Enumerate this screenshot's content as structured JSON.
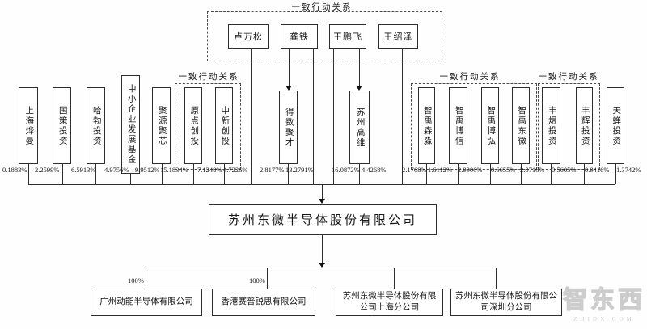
{
  "diagram": {
    "top_group": {
      "label": "一致行动关系",
      "persons": [
        {
          "name": "卢万松",
          "percent": "4.7226%"
        },
        {
          "name": "龚铁",
          "percent": "13.2791%"
        },
        {
          "name": "王鹏飞",
          "percent": "16.0872%"
        },
        {
          "name": "王绍泽",
          "percent": "2.1768%"
        }
      ]
    },
    "shareholders": [
      {
        "name": "上海烨曼",
        "percent": "0.1883%"
      },
      {
        "name": "国策投资",
        "percent": "2.2599%"
      },
      {
        "name": "哈勃投资",
        "percent": "6.5913%"
      },
      {
        "name": "中小企业发展基金",
        "percent": "4.9756%"
      },
      {
        "name": "聚源聚芯",
        "percent": "9.9512%"
      },
      {
        "name": "原点创投",
        "percent": "15.1834%"
      },
      {
        "name": "中新创投",
        "percent": "7.1248%"
      },
      {
        "name": "得数聚才",
        "percent": "2.8177%"
      },
      {
        "name": "苏州高维",
        "percent": "4.4268%"
      },
      {
        "name": "智禹森淼",
        "percent": "1.6112%"
      },
      {
        "name": "智禹博信",
        "percent": "2.9906%"
      },
      {
        "name": "智禹博弘",
        "percent": "0.6655%"
      },
      {
        "name": "智禹东微",
        "percent": "2.0716%"
      },
      {
        "name": "丰煜投资",
        "percent": "0.5605%"
      },
      {
        "name": "丰辉投资",
        "percent": "0.9416%"
      },
      {
        "name": "天蝉投资",
        "percent": "1.3742%"
      }
    ],
    "groups": [
      {
        "label": "一致行动关系",
        "members": [
          "原点创投",
          "中新创投"
        ]
      },
      {
        "label": "一致行动关系",
        "members": [
          "智禹森淼",
          "智禹博信",
          "智禹博弘",
          "智禹东微"
        ]
      },
      {
        "label": "一致行动关系",
        "members": [
          "丰煜投资",
          "丰辉投资"
        ]
      }
    ],
    "percent_row": [
      "0.1883%",
      "2.2599%",
      "6.5913%",
      "4.9756%",
      "9.9512%",
      "15.1834%",
      "7.1248%",
      "4.7226%",
      "2.8177%",
      "13.2791%",
      "16.0872%",
      "4.4268%",
      "2.1768%",
      "1.6112%",
      "2.9906%",
      "0.6655%",
      "2.0716%",
      "0.5605%",
      "0.9416%",
      "1.3742%"
    ],
    "company": "苏州东微半导体股份有限公司",
    "subsidiaries": [
      {
        "name": "广州动能半导体有限公司",
        "percent": "100%"
      },
      {
        "name": "香港赛普锐思有限公司",
        "percent": "100%"
      },
      {
        "name": "苏州东微半导体股份有限公司上海分公司",
        "percent": ""
      },
      {
        "name": "苏州东微半导体股份有限公司深圳分公司",
        "percent": ""
      }
    ],
    "watermark": {
      "text": "智东西",
      "sub": "ZHIDX.COM"
    }
  }
}
